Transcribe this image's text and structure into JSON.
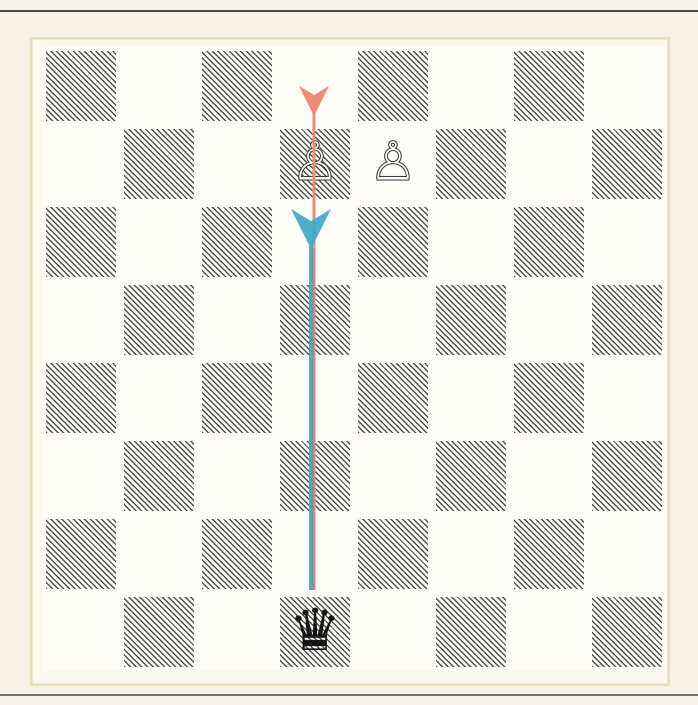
{
  "board": {
    "pieces": [
      {
        "name": "white-pawn-d7",
        "symbol": "♙",
        "square": "d7"
      },
      {
        "name": "white-pawn-e7",
        "symbol": "♙",
        "square": "e7"
      },
      {
        "name": "black-queen-d1",
        "symbol": "♛",
        "square": "d1"
      }
    ],
    "arrows": {
      "blue": {
        "from": "d1",
        "to": "d6",
        "color": "#3aa7c8"
      },
      "red": {
        "from": "d1",
        "to": "d8",
        "color": "#ef8b77"
      }
    },
    "colors": {
      "board_light": "#fffdf8",
      "board_dark_hatch": "#141414",
      "frame": "#e8e0b9",
      "page": "#f6f2ea"
    }
  }
}
